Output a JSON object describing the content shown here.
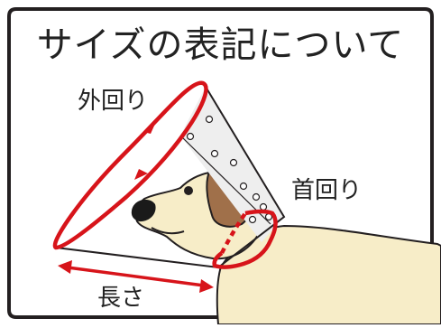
{
  "title": "サイズの表記について",
  "labels": {
    "outer_circumference": "外回り",
    "neck_circumference": "首回り",
    "length": "長さ"
  },
  "icons": {
    "dog": "dog-with-cone-icon",
    "cone": "elizabethan-collar-icon"
  },
  "colors": {
    "frame": "#231f20",
    "measure": "#d7141a",
    "dog_body": "#f7edc8",
    "dog_ear": "#a0704a",
    "cone_fill": "#ffffff",
    "cone_shade": "#eeeeee",
    "text": "#222222"
  }
}
